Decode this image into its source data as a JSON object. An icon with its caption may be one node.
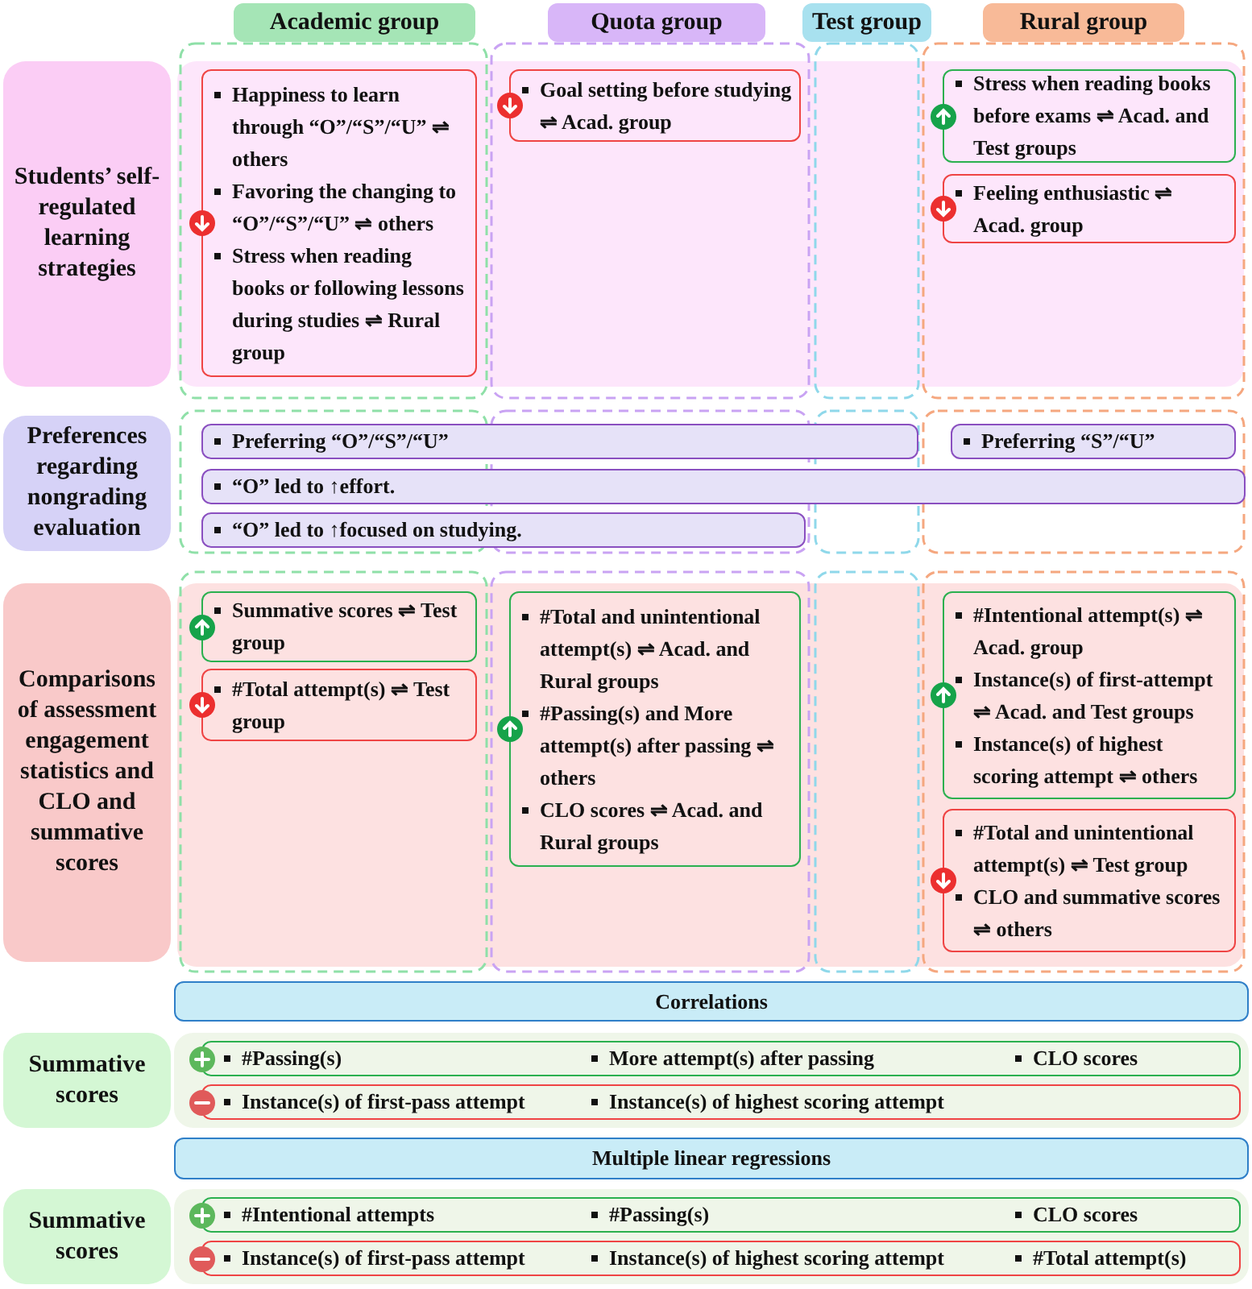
{
  "diagram": {
    "nodes": [
      {
        "text": [
          "Academic group"
        ]
      },
      {
        "text": [
          "Quota group"
        ]
      },
      {
        "text": [
          "Test group"
        ]
      },
      {
        "text": [
          "Rural group"
        ]
      },
      {
        "text": [
          "Students’ self-regulated learning strategies"
        ]
      },
      {
        "text": [
          "Happiness to learn through “O”/“S”/“U” ⇌ others",
          "Favoring the changing to “O”/“S”/“U” ⇌ others",
          "Stress when reading books or following lessons during studies ⇌ Rural group"
        ]
      },
      {
        "text": [
          "Goal setting before studying ⇌ Acad. group"
        ]
      },
      {
        "text": [
          "Stress when reading books before exams ⇌ Acad. and Test groups"
        ]
      },
      {
        "text": [
          "Feeling enthusiastic ⇌ Acad. group"
        ]
      },
      {
        "text": [
          "Preferences regarding nongrading evaluation"
        ]
      },
      {
        "text": [
          "Preferring “O”/“S”/“U”"
        ]
      },
      {
        "text": [
          "Preferring “S”/“U”"
        ]
      },
      {
        "text": [
          "“O” led to ↑effort."
        ]
      },
      {
        "text": [
          "“O” led to ↑focused on studying."
        ]
      },
      {
        "text": [
          "Comparisons of assessment engagement statistics and CLO and summative scores"
        ]
      },
      {
        "text": [
          "Summative scores ⇌ Test group"
        ]
      },
      {
        "text": [
          "#Total attempt(s) ⇌ Test group"
        ]
      },
      {
        "text": [
          "#Total and unintentional attempt(s) ⇌ Acad. and Rural groups",
          "#Passing(s) and More attempt(s) after passing ⇌ others",
          "CLO scores ⇌ Acad. and Rural groups"
        ]
      },
      {
        "text": [
          "#Intentional attempt(s) ⇌ Acad. group",
          "Instance(s) of first-attempt ⇌ Acad. and Test groups",
          "Instance(s) of highest scoring attempt ⇌ others"
        ]
      },
      {
        "text": [
          "#Total and unintentional attempt(s) ⇌ Test group",
          "CLO and summative scores ⇌ others"
        ]
      },
      {
        "text": [
          "Correlations"
        ]
      },
      {
        "text": [
          "Summative scores"
        ]
      },
      {
        "text": [
          "#Passing(s)",
          "More attempt(s) after passing",
          "CLO scores"
        ]
      },
      {
        "text": [
          "Instance(s) of first-pass attempt",
          "Instance(s) of highest scoring attempt"
        ]
      },
      {
        "text": [
          "Multiple linear regressions"
        ]
      },
      {
        "text": [
          "Summative scores"
        ]
      },
      {
        "text": [
          "#Intentional attempts",
          "#Passing(s)",
          "CLO scores"
        ]
      },
      {
        "text": [
          "Instance(s) of first-pass attempt",
          "Instance(s) of highest scoring attempt",
          "#Total attempt(s)"
        ]
      }
    ]
  }
}
